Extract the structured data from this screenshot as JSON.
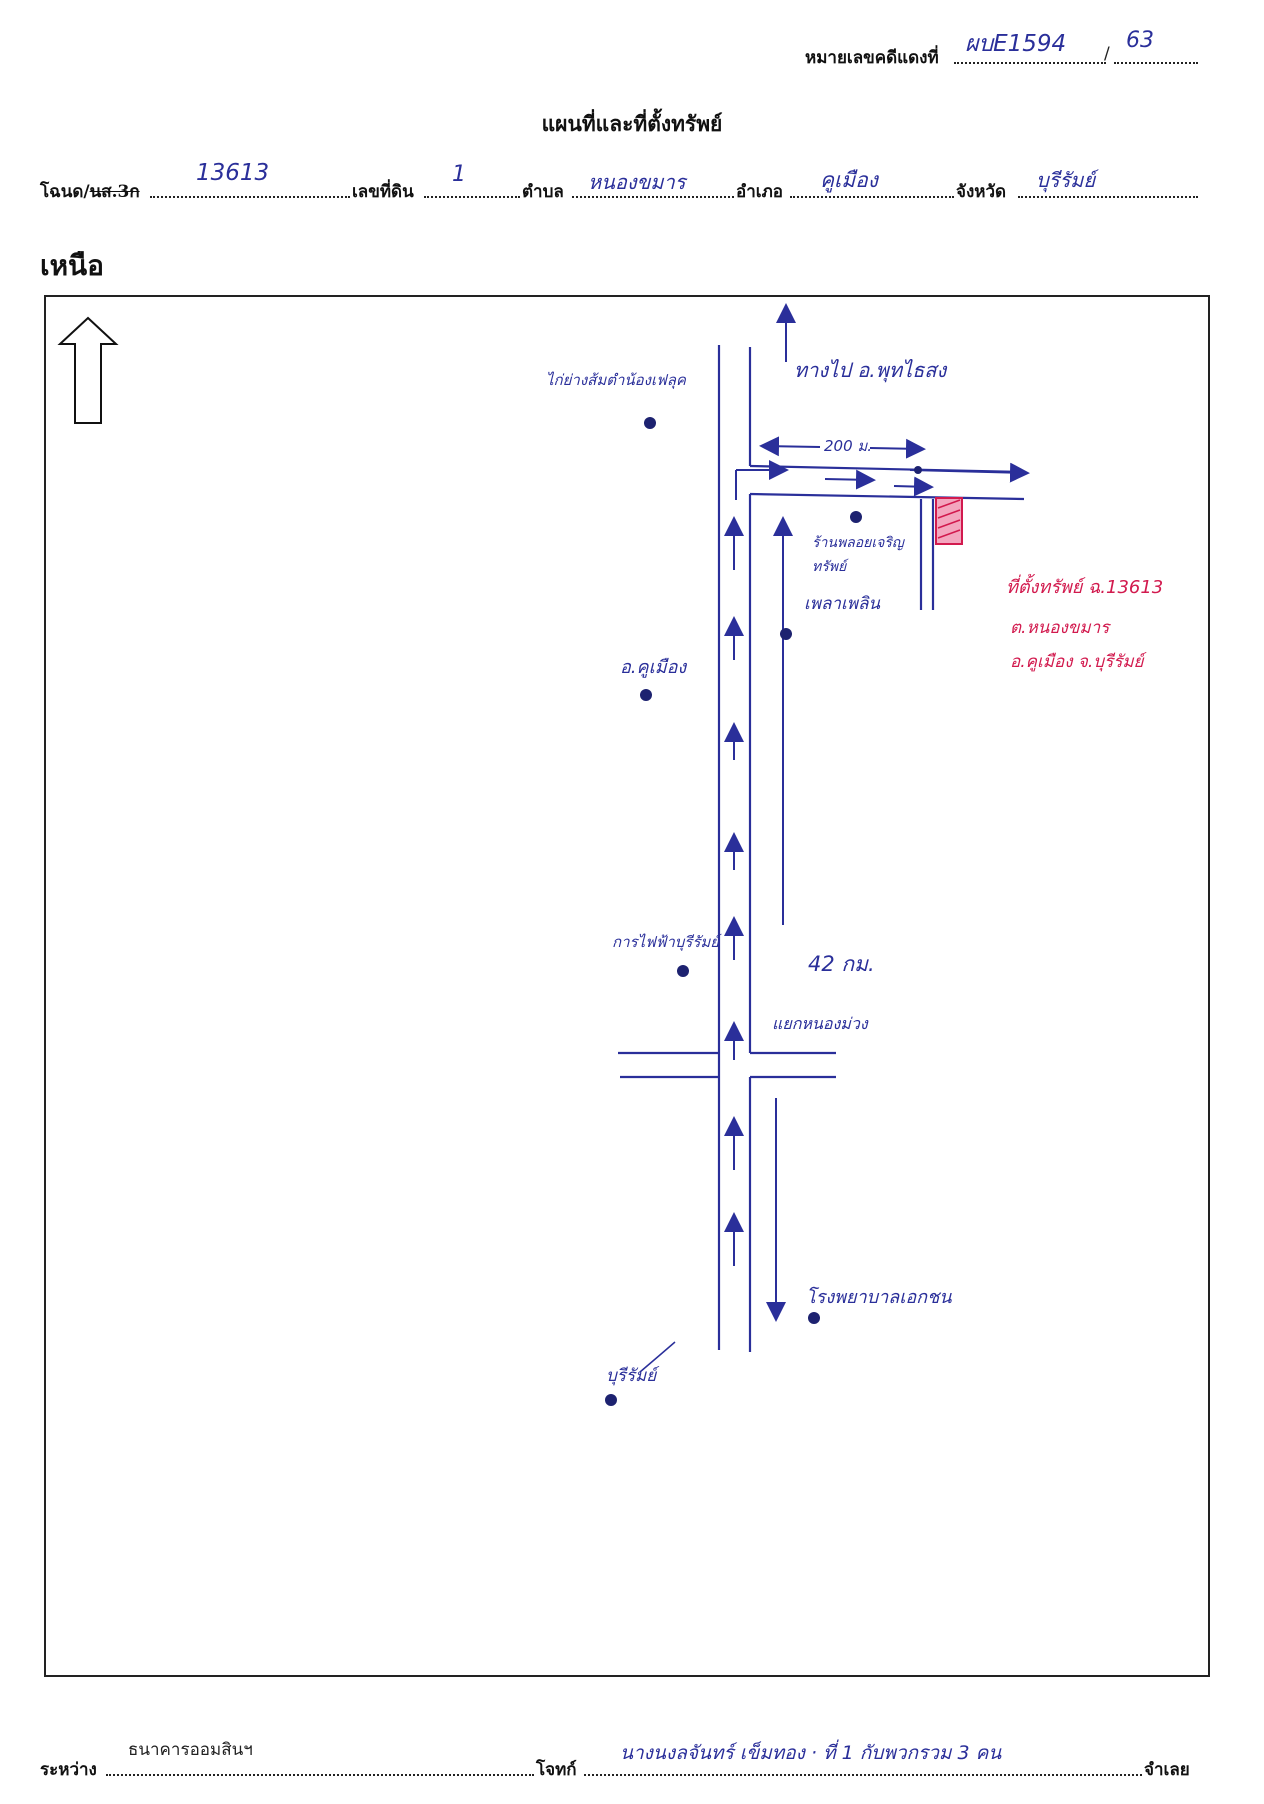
{
  "header": {
    "red_case_label": "หมายเลขคดีแดงที่",
    "red_case_number": "ผบE1594",
    "red_case_year": "63",
    "title": "แผนที่และที่ตั้งทรัพย์"
  },
  "deed_line": {
    "deed_label": "โฉนด/",
    "ns3_label": "นส.3ก",
    "deed_number": "13613",
    "land_no_label": "เลขที่ดิน",
    "land_no": "1",
    "subdistrict_label": "ตำบล",
    "subdistrict": "หนองขมาร",
    "district_label": "อำเภอ",
    "district": "คูเมือง",
    "province_label": "จังหวัด",
    "province": "บุรีรัมย์"
  },
  "north_label": "เหนือ",
  "map": {
    "to_label": "ทางไป อ.พุทไธสง",
    "distance_200": "200 ม.",
    "restaurant_label": "ไก่ย่างส้มตำน้องเฟลุค",
    "shop_label_1": "ร้านพลอยเจริญ",
    "shop_label_2": "ทรัพย์",
    "shop_label_3": "เพลาเพลิน",
    "district_office": "อ.คูเมือง",
    "power_office": "การไฟฟ้าบุรีรัมย์",
    "distance_42": "42 กม.",
    "junction": "แยกหนองม่วง",
    "hospital": "โรงพยาบาลเอกชน",
    "city": "บุรีรัมย์",
    "property_line1": "ที่ตั้งทรัพย์ ฉ.13613",
    "property_line2": "ต.หนองขมาร",
    "property_line3": "อ.คูเมือง จ.บุรีรัมย์",
    "road_color": "#2a2f9a",
    "property_color": "#d21a4e"
  },
  "footer": {
    "between_label": "ระหว่าง",
    "plaintiff": "ธนาคารออมสินฯ",
    "plaintiff_label": "โจทก์",
    "defendant": "นางนงลจันทร์ เข็มทอง · ที่ 1 กับพวกรวม 3 คน",
    "defendant_label": "จำเลย"
  }
}
